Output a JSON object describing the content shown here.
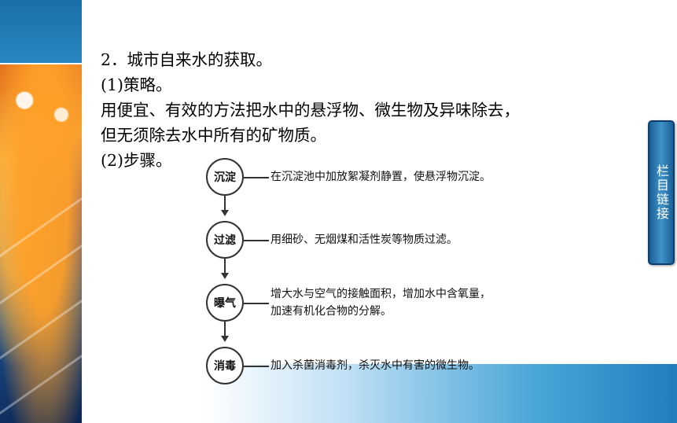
{
  "content": {
    "heading": "2．城市自来水的获取。",
    "section1": "(1)策略。",
    "body_line1": "用便宜、有效的方法把水中的悬浮物、微生物及异味除去，",
    "body_line2": "但无须除去水中所有的矿物质。",
    "section2": "(2)步骤。"
  },
  "side_nav": {
    "label": "栏目链接"
  },
  "flow": {
    "steps": [
      {
        "name": "沉淀",
        "desc1": "在沉淀池中加放絮凝剂静置，使悬浮物沉淀。",
        "desc2": ""
      },
      {
        "name": "过滤",
        "desc1": "用细砂、无烟煤和活性炭等物质过滤。",
        "desc2": ""
      },
      {
        "name": "曝气",
        "desc1": "增大水与空气的接触面积，增加水中含氧量，",
        "desc2": "加速有机化合物的分解。"
      },
      {
        "name": "消毒",
        "desc1": "加入杀菌消毒剂，杀灭水中有害的微生物。",
        "desc2": ""
      }
    ]
  }
}
